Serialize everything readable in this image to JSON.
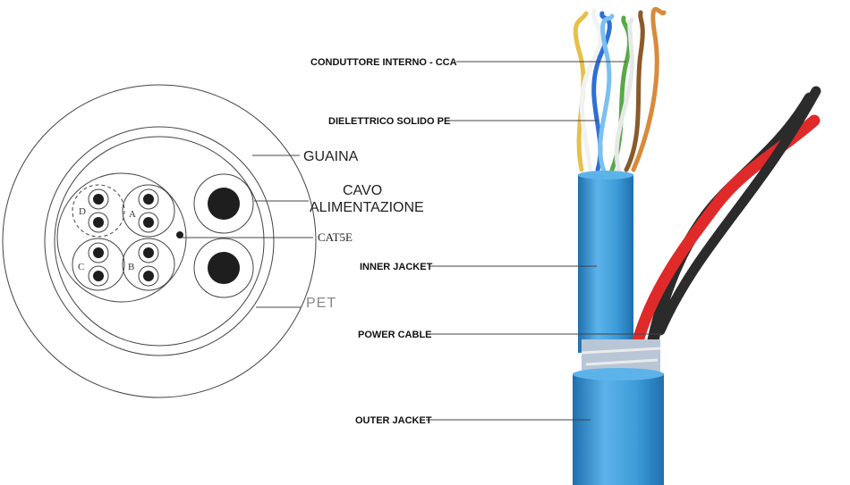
{
  "cross_section": {
    "labels": {
      "guaina": "GUAINA",
      "cavo_line1": "CAVO",
      "cavo_line2": "ALIMENTAZIONE",
      "cat5e": "CAT5E",
      "pet": "PET"
    },
    "pair_letters": [
      "D",
      "A",
      "C",
      "B"
    ]
  },
  "cable_photo": {
    "callouts": {
      "conduttore": "CONDUTTORE INTERNO - CCA",
      "dielettrico": "DIELETTRICO SOLIDO PE",
      "inner_jacket": "INNER JACKET",
      "power_cable": "POWER CABLE",
      "outer_jacket": "OUTER JACKET"
    }
  },
  "colors": {
    "jacket_blue": "#3d9bd8",
    "jacket_blue_dark": "#1f6fae",
    "power_red": "#e02a2a",
    "power_black": "#2b2b2b",
    "wire_orange": "#d98a3a",
    "wire_green": "#5aa84a",
    "wire_blue": "#2f6fd6",
    "wire_brown": "#8a5a2a"
  }
}
